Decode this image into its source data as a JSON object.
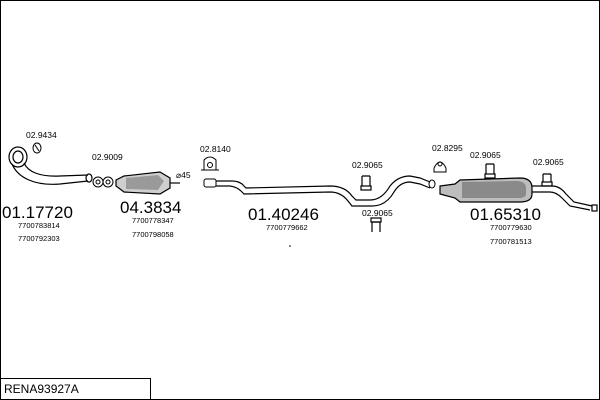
{
  "title": "RENA93927A",
  "parts": [
    {
      "main": "01.17720",
      "refs": [
        "7700783814",
        "7700792303"
      ]
    },
    {
      "main": "04.3834",
      "refs": [
        "7700778347",
        "7700798058"
      ]
    },
    {
      "main": "01.40246",
      "refs": [
        "7700779662"
      ]
    },
    {
      "main": "01.65310",
      "refs": [
        "7700779630",
        "7700781513"
      ]
    }
  ],
  "accessories": [
    "02.9434",
    "02.9009",
    "02.8140",
    "02.9065",
    "02.9065",
    "02.8295",
    "02.9065",
    "02.9065"
  ],
  "annotations": {
    "diameter": "⌀45"
  }
}
